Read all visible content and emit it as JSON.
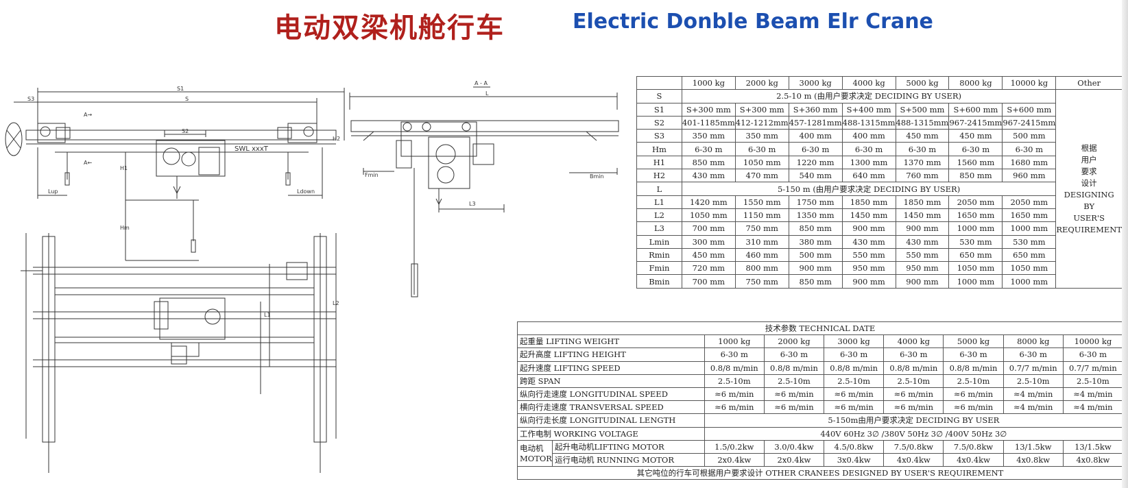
{
  "header": {
    "title_cn": "电动双梁机舱行车",
    "title_en": "Electric Donble Beam Elr Crane"
  },
  "colors": {
    "title_cn": "#b0201c",
    "title_en": "#1c4fb0",
    "line": "#333333"
  },
  "drawing_labels": {
    "s1": "S1",
    "s": "S",
    "s3": "S3",
    "s2": "S2",
    "a_top": "A→",
    "a_bottom": "A←",
    "swl": "SWL xxxT",
    "h1": "H1",
    "h2": "H2",
    "hm": "Hm",
    "lup": "Lup",
    "ldown": "Ldown",
    "l1": "L1",
    "l2": "L2",
    "aa": "A - A",
    "l": "L",
    "fmin": "Fmin",
    "bmin": "Bmin",
    "l3": "L3"
  },
  "dimension_table": {
    "header": [
      "",
      "1000 kg",
      "2000 kg",
      "3000 kg",
      "4000 kg",
      "5000 kg",
      "8000 kg",
      "10000 kg",
      "Other"
    ],
    "other_note_lines": [
      "根据",
      "用户",
      "要求",
      "设计",
      "DESIGNING",
      "BY",
      "USER'S",
      "REQUIREMENT"
    ],
    "rows": [
      {
        "label": "S",
        "span": "2.5-10 m (由用户要求决定  DECIDING BY USER)"
      },
      {
        "label": "S1",
        "values": [
          "S+300 mm",
          "S+300 mm",
          "S+360 mm",
          "S+400 mm",
          "S+500 mm",
          "S+600 mm",
          "S+600 mm"
        ]
      },
      {
        "label": "S2",
        "values": [
          "401-1185mm",
          "412-1212mm",
          "457-1281mm",
          "488-1315mm",
          "488-1315mm",
          "967-2415mm",
          "967-2415mm"
        ]
      },
      {
        "label": "S3",
        "values": [
          "350 mm",
          "350 mm",
          "400 mm",
          "400 mm",
          "450 mm",
          "450 mm",
          "500 mm"
        ]
      },
      {
        "label": "Hm",
        "values": [
          "6-30 m",
          "6-30 m",
          "6-30 m",
          "6-30 m",
          "6-30 m",
          "6-30 m",
          "6-30 m"
        ]
      },
      {
        "label": "H1",
        "values": [
          "850 mm",
          "1050 mm",
          "1220 mm",
          "1300 mm",
          "1370 mm",
          "1560 mm",
          "1680 mm"
        ]
      },
      {
        "label": "H2",
        "values": [
          "430 mm",
          "470 mm",
          "540 mm",
          "640 mm",
          "760 mm",
          "850 mm",
          "960 mm"
        ]
      },
      {
        "label": "L",
        "span": "5-150 m (由用户要求决定  DECIDING BY USER)"
      },
      {
        "label": "L1",
        "values": [
          "1420 mm",
          "1550 mm",
          "1750 mm",
          "1850 mm",
          "1850 mm",
          "2050 mm",
          "2050 mm"
        ]
      },
      {
        "label": "L2",
        "values": [
          "1050 mm",
          "1150 mm",
          "1350 mm",
          "1450 mm",
          "1450 mm",
          "1650 mm",
          "1650 mm"
        ]
      },
      {
        "label": "L3",
        "values": [
          "700 mm",
          "750 mm",
          "850 mm",
          "900 mm",
          "900 mm",
          "1000 mm",
          "1000 mm"
        ]
      },
      {
        "label": "Lmin",
        "values": [
          "300 mm",
          "310 mm",
          "380 mm",
          "430 mm",
          "430 mm",
          "530 mm",
          "530 mm"
        ]
      },
      {
        "label": "Rmin",
        "values": [
          "450 mm",
          "460 mm",
          "500 mm",
          "550 mm",
          "550 mm",
          "650 mm",
          "650 mm"
        ]
      },
      {
        "label": "Fmin",
        "values": [
          "720 mm",
          "800 mm",
          "900 mm",
          "950 mm",
          "950 mm",
          "1050 mm",
          "1050 mm"
        ]
      },
      {
        "label": "Bmin",
        "values": [
          "700 mm",
          "750 mm",
          "850 mm",
          "900 mm",
          "900 mm",
          "1000 mm",
          "1000 mm"
        ]
      }
    ]
  },
  "tech_table": {
    "title": "技术参数 TECHNICAL DATE",
    "rows": [
      {
        "label": "起重量 LIFTING WEIGHT",
        "values": [
          "1000 kg",
          "2000 kg",
          "3000 kg",
          "4000 kg",
          "5000 kg",
          "8000 kg",
          "10000 kg"
        ]
      },
      {
        "label": "起升高度 LIFTING HEIGHT",
        "values": [
          "6-30 m",
          "6-30 m",
          "6-30 m",
          "6-30 m",
          "6-30 m",
          "6-30 m",
          "6-30 m"
        ]
      },
      {
        "label": "起升速度 LIFTING SPEED",
        "values": [
          "0.8/8 m/min",
          "0.8/8 m/min",
          "0.8/8 m/min",
          "0.8/8 m/min",
          "0.8/8 m/min",
          "0.7/7 m/min",
          "0.7/7 m/min"
        ]
      },
      {
        "label": "跨距 SPAN",
        "values": [
          "2.5-10m",
          "2.5-10m",
          "2.5-10m",
          "2.5-10m",
          "2.5-10m",
          "2.5-10m",
          "2.5-10m"
        ]
      },
      {
        "label": "纵向行走速度 LONGITUDINAL SPEED",
        "values": [
          "≈6 m/min",
          "≈6 m/min",
          "≈6 m/min",
          "≈6 m/min",
          "≈6 m/min",
          "≈4 m/min",
          "≈4 m/min"
        ]
      },
      {
        "label": "横向行走速度 TRANSVERSAL SPEED",
        "values": [
          "≈6 m/min",
          "≈6 m/min",
          "≈6 m/min",
          "≈6 m/min",
          "≈6 m/min",
          "≈4 m/min",
          "≈4 m/min"
        ]
      },
      {
        "label": "纵向行走长度 LONGITUDINAL LENGTH",
        "span": "5-150m由用户要求决定  DECIDING BY USER"
      },
      {
        "label": "工作电制 WORKING VOLTAGE",
        "span": "440V 60Hz 3∅  /380V 50Hz 3∅  /400V 50Hz 3∅"
      }
    ],
    "motor_group": "电动机 MOTOR",
    "motor_rows": [
      {
        "label": "起升电动机LIFTING MOTOR",
        "values": [
          "1.5/0.2kw",
          "3.0/0.4kw",
          "4.5/0.8kw",
          "7.5/0.8kw",
          "7.5/0.8kw",
          "13/1.5kw",
          "13/1.5kw"
        ]
      },
      {
        "label": "运行电动机 RUNNING MOTOR",
        "values": [
          "2x0.4kw",
          "2x0.4kw",
          "3x0.4kw",
          "4x0.4kw",
          "4x0.4kw",
          "4x0.8kw",
          "4x0.8kw"
        ]
      }
    ],
    "footer": "其它吨位的行车可根据用户要求设计 OTHER CRANEES DESIGNED BY USER'S REQUIREMENT"
  }
}
